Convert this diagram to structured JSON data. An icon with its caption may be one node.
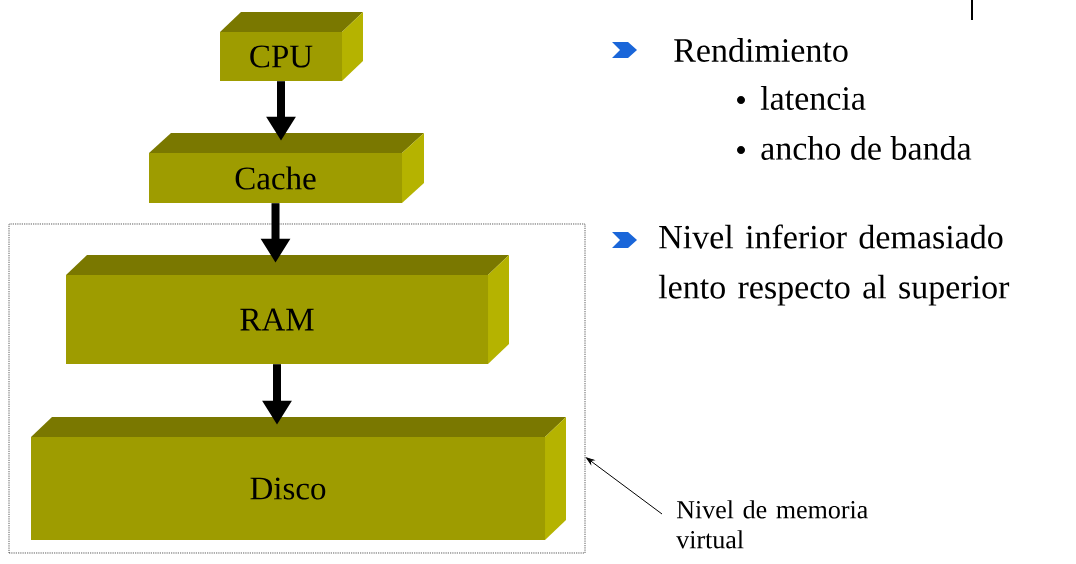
{
  "diagram": {
    "nodes": [
      {
        "text": [
          "CPU"
        ]
      },
      {
        "text": [
          "Cache"
        ]
      },
      {
        "text": [],
        "shape": "box"
      },
      {
        "text": [
          "RAM"
        ],
        "in": 2
      },
      {
        "text": [
          "Disco"
        ],
        "in": 2
      },
      {
        "text": [
          "Nivel de memoria virtual"
        ]
      }
    ],
    "edges": [
      {
        "from": 0,
        "to": 1,
        "arrow": "to"
      },
      {
        "from": 1,
        "to": 3,
        "arrow": "to"
      },
      {
        "from": 3,
        "to": 4,
        "arrow": "to"
      },
      {
        "from": 5,
        "to": 2,
        "arrow": "to"
      }
    ],
    "labels": [
      "Rendimiento",
      "latencia",
      "ancho de banda",
      "Nivel inferior demasiado lento respecto al superior"
    ]
  }
}
